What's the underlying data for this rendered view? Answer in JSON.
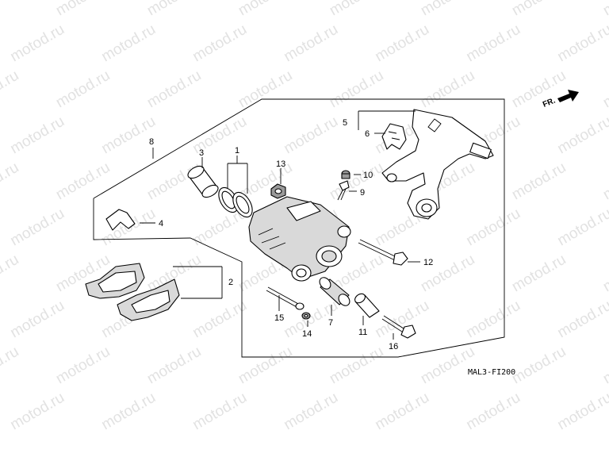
{
  "watermark": {
    "text": "motod.ru"
  },
  "diagram_code": "MAL3-FI200",
  "direction_label": "FR.",
  "callouts": {
    "c1": "1",
    "c2": "2",
    "c3": "3",
    "c4": "4",
    "c5": "5",
    "c6": "6",
    "c7": "7",
    "c8": "8",
    "c9": "9",
    "c10": "10",
    "c11": "11",
    "c12": "12",
    "c13": "13",
    "c14": "14",
    "c15": "15",
    "c16": "16"
  }
}
